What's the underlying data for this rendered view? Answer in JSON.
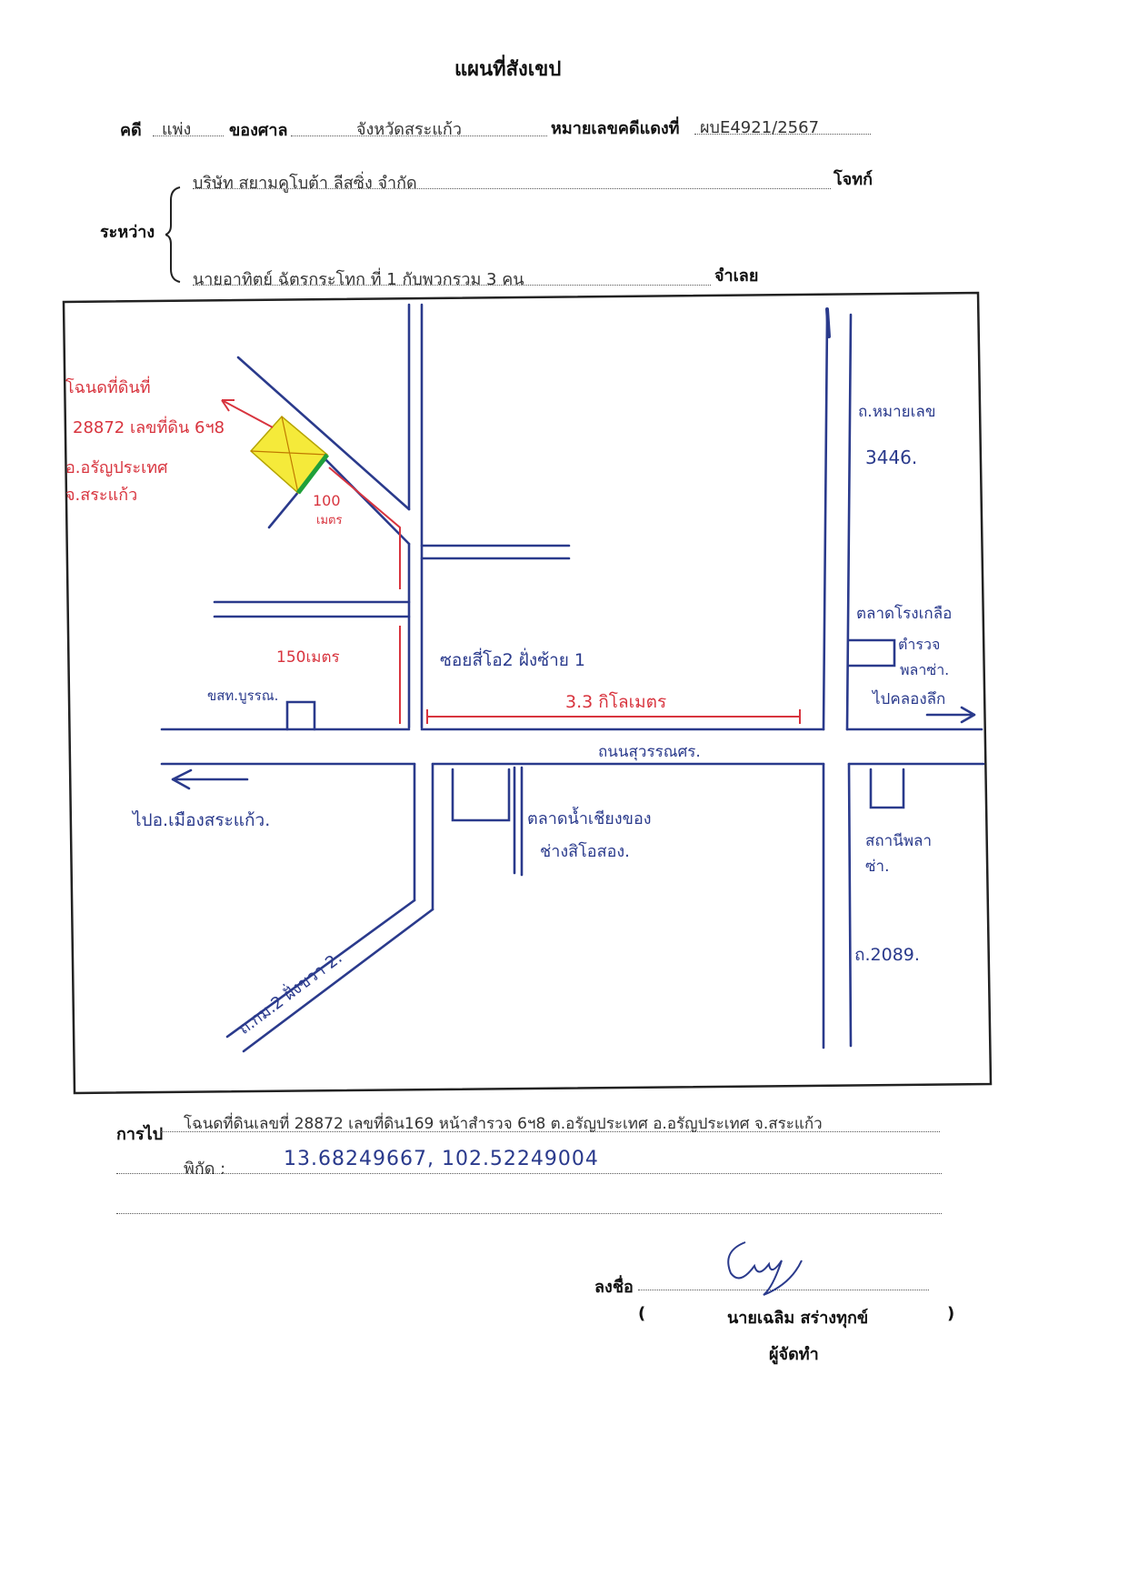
{
  "header": {
    "title": "แผนที่สังเขป",
    "case_label": "คดี",
    "case_type": "แพ่ง",
    "court_label": "ของศาล",
    "court_name": "จังหวัดสระแก้ว",
    "case_no_label": "หมายเลขคดีแดงที่",
    "case_no": "ผบE4921/2567"
  },
  "parties": {
    "between_label": "ระหว่าง",
    "plaintiff": "บริษัท สยามคูโบต้า ลีสซิ่ง จำกัด",
    "plaintiff_role": "โจทก์",
    "defendant": "นายอาทิตย์ ฉัตรกระโทก ที่ 1 กับพวกรวม 3 คน",
    "defendant_role": "จำเลย"
  },
  "map_labels": {
    "parcel_note_lines": [
      "โฉนดที่ดินที่",
      "28872 เลขที่ดิน 6ฯ8",
      "อ.อรัญประเทศ",
      "จ.สระแก้ว"
    ],
    "dist_100": "100",
    "dist_100_unit": "เมตร",
    "dist_150": "150เมตร",
    "dist_3_3": "3.3 กิโลเมตร",
    "soi_label": "ซอยสี่โอ2 ฝั่งซ้าย 1",
    "shop_label": "ขสท.บูรรณ.",
    "road_main": "ถนนสุวรรณศร.",
    "to_sakaeo": "ไปอ.เมืองสระแก้ว.",
    "market_label": "ตลาดน้ำเชียงของ",
    "market_sub": "ช่างสิโอสอง.",
    "road_3446": "ถ.หมายเลข",
    "road_3446_no": "3446.",
    "school_label": "ตลาดโรงเกลือ",
    "police_lines": [
      "ตำรวจ",
      "พลาซ่า."
    ],
    "to_border": "ไปคลองลึก",
    "plaza_lines": [
      "สถานีพลา",
      "ซ่า."
    ],
    "road_2089": "ถ.2089.",
    "road_km2": "ถ.กม.2 ฝั่งขวา 2."
  },
  "footer": {
    "goto_label": "การไป",
    "goto_text": "โฉนดที่ดินเลขที่ 28872 เลขที่ดิน169 หน้าสำรวจ 6ฯ8 ต.อรัญประเทศ อ.อรัญประเทศ จ.สระแก้ว",
    "coord_label": "พิกัด :",
    "coordinates": "13.68249667, 102.52249004",
    "sign_label": "ลงชื่อ",
    "open_paren": "(",
    "signer_name": "นายเฉลิม สร่างทุกข์",
    "close_paren": ")",
    "signer_role": "ผู้จัดทำ"
  },
  "colors": {
    "road_ink": "#2a3a8c",
    "red_ink": "#d8343e",
    "parcel_fill": "#f5ea3a",
    "parcel_edge": "#1fa03a"
  }
}
